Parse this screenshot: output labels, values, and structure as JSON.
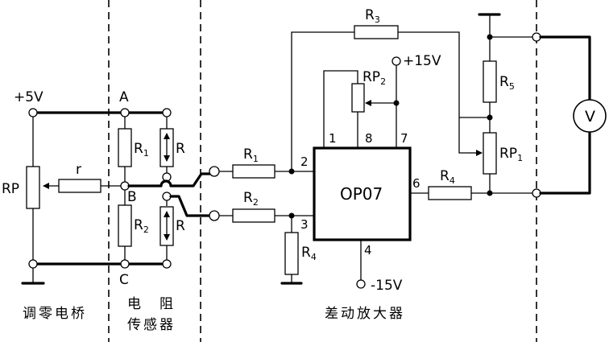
{
  "labels": {
    "plus5v": "+5V",
    "rp": "RP",
    "r_small": "r",
    "node_a": "A",
    "node_b": "B",
    "node_c": "C",
    "r1_sensor": "R",
    "r1_sensor_sub": "1",
    "r2_sensor": "R",
    "r2_sensor_sub": "2",
    "r_upper": "R",
    "r_lower": "R",
    "r1_in": "R",
    "r1_in_sub": "1",
    "r2_in": "R",
    "r2_in_sub": "2",
    "r3": "R",
    "r3_sub": "3",
    "r4_gnd": "R",
    "r4_gnd_sub": "4",
    "r4_out": "R",
    "r4_out_sub": "4",
    "r5": "R",
    "r5_sub": "5",
    "rp1": "RP",
    "rp1_sub": "1",
    "rp2": "RP",
    "rp2_sub": "2",
    "plus15v": "+15V",
    "minus15v": "-15V",
    "opamp": "OP07",
    "pin1": "1",
    "pin2": "2",
    "pin3": "3",
    "pin4": "4",
    "pin6": "6",
    "pin7": "7",
    "pin8": "8",
    "voltmeter": "V"
  },
  "captions": {
    "bridge_line1": "调零电桥",
    "sensor_line1": "电　阻",
    "sensor_line2": "传感器",
    "amp_line1": "差动放大器"
  }
}
